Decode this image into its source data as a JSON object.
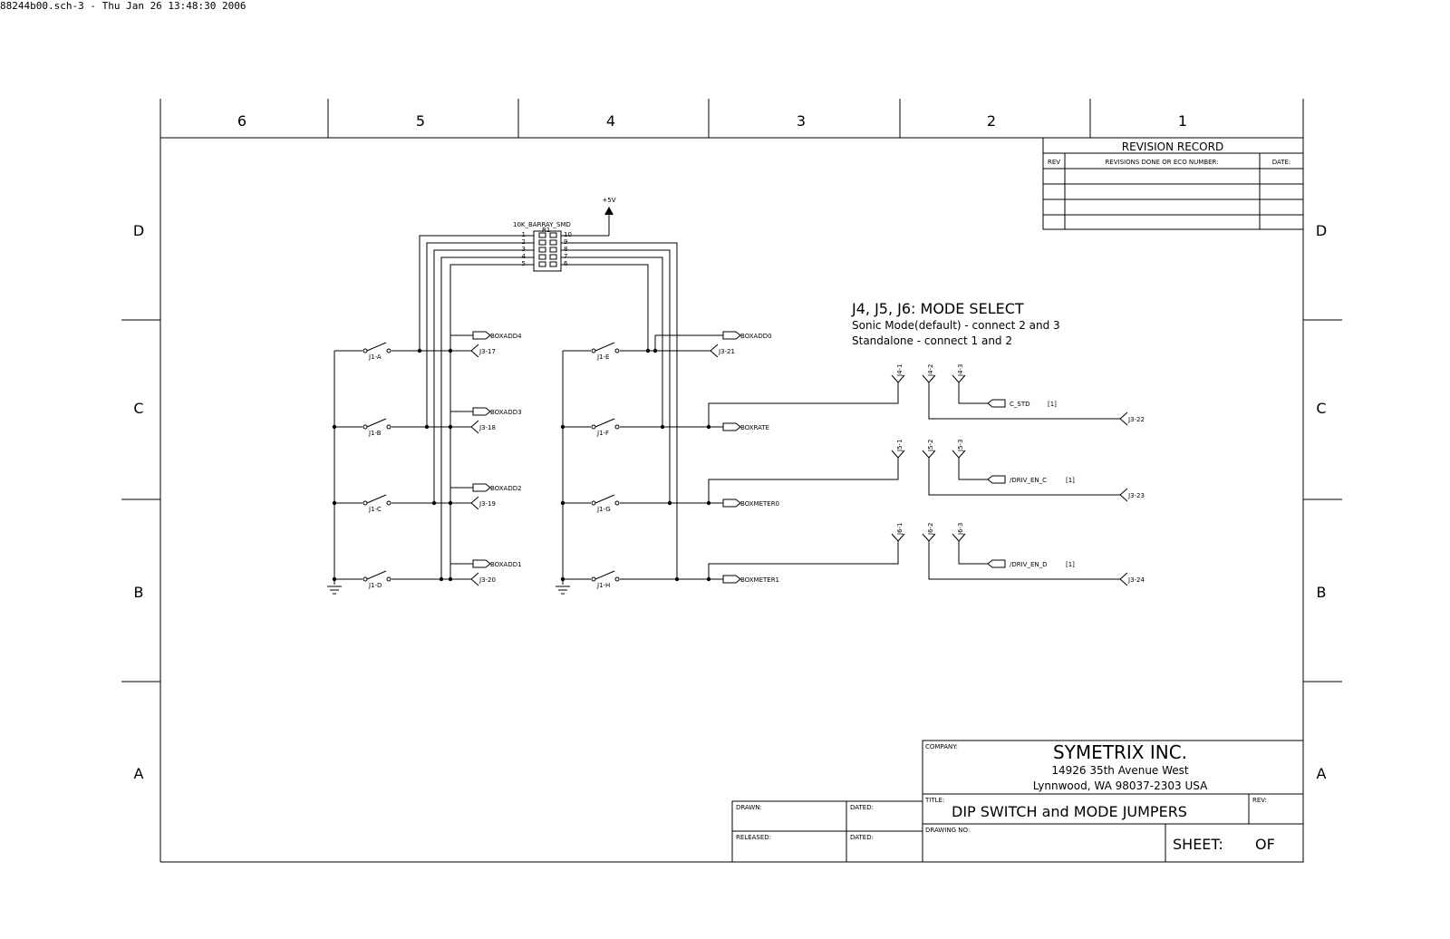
{
  "header": "88244b00.sch-3 - Thu Jan 26 13:48:30 2006",
  "frame": {
    "columns": [
      "6",
      "5",
      "4",
      "3",
      "2",
      "1"
    ],
    "rows": [
      "D",
      "C",
      "B",
      "A"
    ]
  },
  "revision": {
    "title": "REVISION RECORD",
    "col_rev": "REV",
    "col_desc": "REVISIONS DONE OR ECO NUMBER:",
    "col_date": "DATE:"
  },
  "resistor": {
    "name": "10K_BARRAY_SMD",
    "ref": "R1",
    "pins_left": [
      "1",
      "2",
      "3",
      "4",
      "5"
    ],
    "pins_right": [
      "10",
      "9",
      "8",
      "7",
      "6"
    ]
  },
  "power": "+5V",
  "switches": [
    "J1-A",
    "J1-B",
    "J1-C",
    "J1-D",
    "J1-E",
    "J1-F",
    "J1-G",
    "J1-H"
  ],
  "left_nets": [
    "BOXADD4",
    "BOXADD3",
    "BOXADD2",
    "BOXADD1"
  ],
  "left_conns": [
    "J3-17",
    "J3-18",
    "J3-19",
    "J3-20"
  ],
  "right_nets": [
    "BOXADD0",
    "BOXRATE",
    "BOXMETER0",
    "BOXMETER1"
  ],
  "right_conns": [
    "J3-21"
  ],
  "mode": {
    "title": "J4, J5, J6: MODE SELECT",
    "line1": "Sonic Mode(default) - connect 2 and 3",
    "line2": "Standalone - connect 1 and 2"
  },
  "jumpers": {
    "j4": [
      "J4-1",
      "J4-2",
      "J4-3"
    ],
    "j5": [
      "J5-1",
      "J5-2",
      "J5-3"
    ],
    "j6": [
      "J6-1",
      "J6-2",
      "J6-3"
    ]
  },
  "jumper_nets": [
    "C_STD",
    "/DRIV_EN_C",
    "/DRIV_EN_D"
  ],
  "jumper_net_flag": "[1]",
  "jumper_conns": [
    "J3-22",
    "J3-23",
    "J3-24"
  ],
  "titleblock": {
    "company_label": "COMPANY:",
    "company": "SYMETRIX INC.",
    "addr1": "14926 35th Avenue West",
    "addr2": "Lynnwood, WA 98037-2303  USA",
    "title_label": "TITLE:",
    "title": "DIP SWITCH and MODE JUMPERS",
    "rev_label": "REV:",
    "drawing_label": "DRAWING NO:",
    "sheet_label": "SHEET:",
    "of_label": "OF",
    "drawn_label": "DRAWN:",
    "dated_label": "DATED:",
    "released_label": "RELEASED:",
    "dated2_label": "DATED:"
  }
}
